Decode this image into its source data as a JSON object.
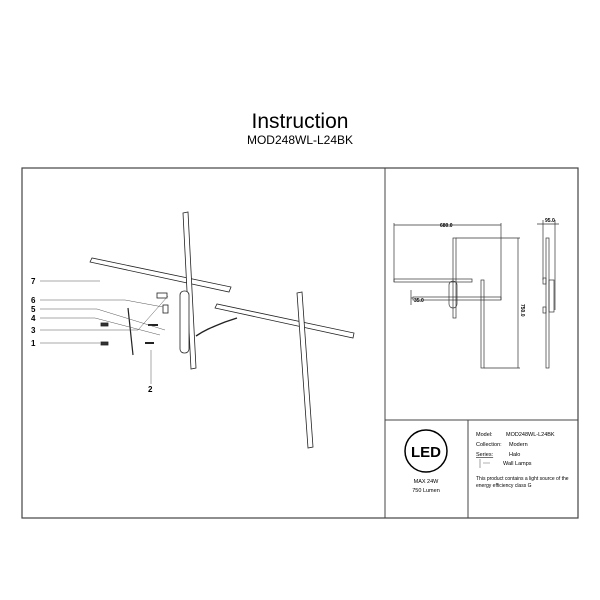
{
  "header": {
    "title": "Instruction",
    "model": "MOD248WL-L24BK"
  },
  "assembly": {
    "labels": [
      "7",
      "6",
      "5",
      "4",
      "3",
      "1",
      "2"
    ]
  },
  "dimensions": {
    "width": "680.0",
    "depth": "95.0",
    "offset": "35.0",
    "height": "750.0"
  },
  "led": {
    "logo": "LED",
    "power": "MAX 24W",
    "lumen": "750 Lumen"
  },
  "info": {
    "model_label": "Model:",
    "model_value": "MOD248WL-L24BK",
    "collection_label": "Collection:",
    "collection_value": "Modern",
    "series_label": "Series:",
    "series_value": "Halo",
    "type_value": "Wall Lamps",
    "energy_note_1": "This product contains a light source of the",
    "energy_note_2": "energy efficiency class G"
  }
}
